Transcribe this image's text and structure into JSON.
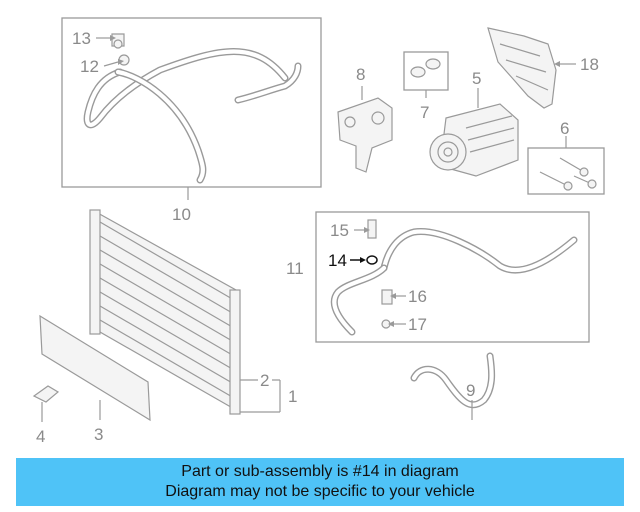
{
  "labels": {
    "p1": "1",
    "p2": "2",
    "p3": "3",
    "p4": "4",
    "p5": "5",
    "p6": "6",
    "p7": "7",
    "p8": "8",
    "p9": "9",
    "p10": "10",
    "p11": "11",
    "p12": "12",
    "p13": "13",
    "p14": "14",
    "p15": "15",
    "p16": "16",
    "p17": "17",
    "p18": "18"
  },
  "highlight_part": "14",
  "colors": {
    "banner": "#4fc3f7",
    "part_line": "#9a9a9a",
    "label": "#8a8a8a",
    "highlight": "#111111"
  },
  "banner": {
    "line1": "Part or sub-assembly is #14 in diagram",
    "line2": "Diagram may not be specific to your vehicle"
  }
}
